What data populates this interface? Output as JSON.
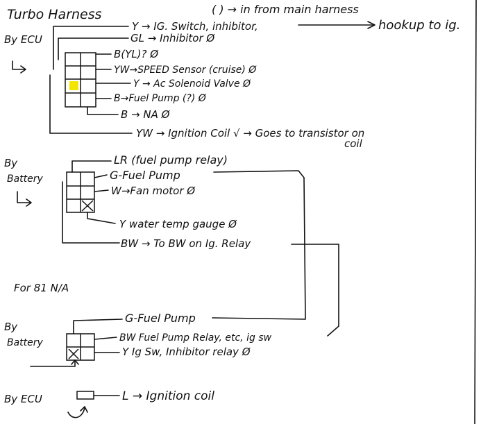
{
  "colors": {
    "ink": "#111111",
    "highlight": "#f2e600",
    "paper": "#ffffff"
  },
  "title": "Turbo Harness",
  "note": "( ) → in from main harness",
  "hookup": "hookup to ig.",
  "sections": {
    "turbo": {
      "label_line1": "By ECU",
      "wires": [
        "Y → IG. Switch, inhibitor,",
        "GL → Inhibitor Ø",
        "B(YL)? Ø",
        "YW→SPEED Sensor (cruise) Ø",
        "Y → Ac Solenoid Valve Ø",
        "B→Fuel Pump (?) Ø",
        "B → NA Ø",
        "YW → Ignition Coil √ → Goes to transistor on",
        "coil"
      ]
    },
    "battery_turbo": {
      "label_line1": "By",
      "label_line2": "Battery",
      "wires": [
        "LR (fuel pump relay)",
        "G-Fuel Pump",
        "W→Fan motor Ø",
        "Y water temp gauge Ø",
        "BW → To BW on Ig. Relay"
      ]
    },
    "na_header": "For 81 N/A",
    "battery_na": {
      "label_line1": "By",
      "label_line2": "Battery",
      "wires": [
        "G-Fuel Pump",
        "BW Fuel Pump Relay, etc, ig sw",
        "Y Ig Sw, Inhibitor relay Ø"
      ]
    },
    "ecu_na": {
      "label": "By ECU",
      "wire": "L → Ignition coil"
    }
  }
}
